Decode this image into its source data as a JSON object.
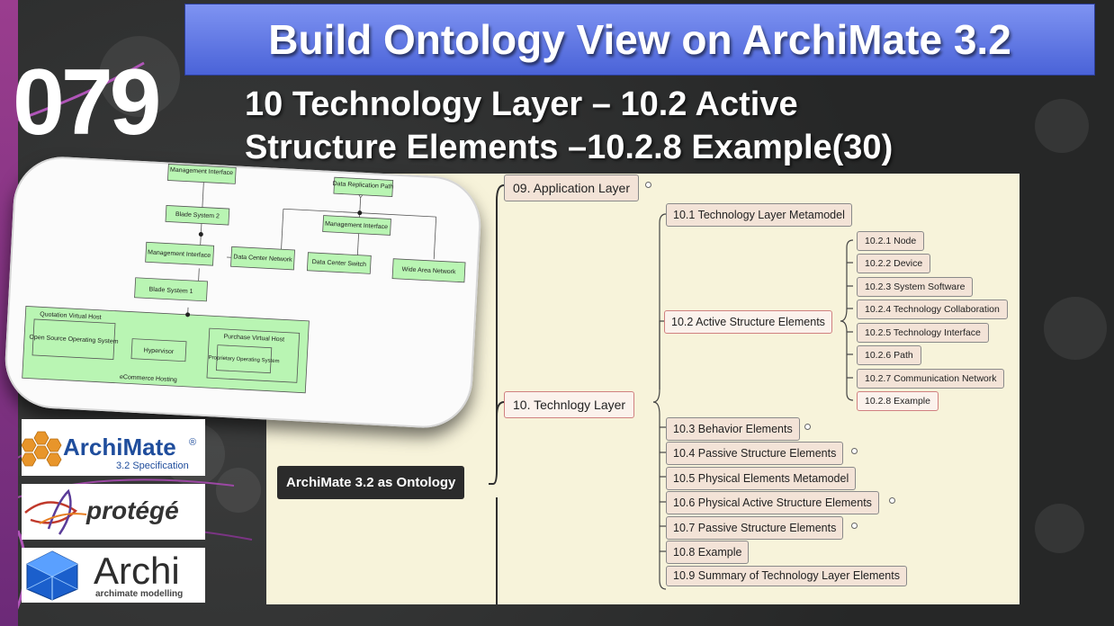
{
  "title": "Build Ontology View on ArchiMate 3.2",
  "episode_number": "079",
  "subtitle_line1": "10 Technology Layer – 10.2 Active",
  "subtitle_line2": "Structure Elements –10.2.8 Example(30)",
  "mindmap": {
    "root": "ArchiMate 3.2 as Ontology",
    "level1": [
      "09. Application Layer",
      "10. Technlogy Layer"
    ],
    "technology_children": [
      "10.1 Technology Layer Metamodel",
      "10.2 Active Structure Elements",
      "10.3 Behavior Elements",
      "10.4 Passive Structure Elements",
      "10.5 Physical Elements Metamodel",
      "10.6 Physical Active Structure Elements",
      "10.7 Passive Structure Elements",
      "10.8 Example",
      "10.9 Summary of Technology Layer Elements"
    ],
    "active_structure_children": [
      "10.2.1 Node",
      "10.2.2 Device",
      "10.2.3 System Software",
      "10.2.4 Technology Collaboration",
      "10.2.5 Technology Interface",
      "10.2.6 Path",
      "10.2.7 Communication Network",
      "10.2.8 Example"
    ]
  },
  "diagram": {
    "elements": {
      "mgmt_interface_top": "Management Interface",
      "data_replication_path": "Data Replication Path",
      "blade_system_2": "Blade System 2",
      "mgmt_interface_right": "Management Interface",
      "mgmt_interface_left": "Management Interface",
      "data_center_network": "Data Center Network",
      "data_center_switch": "Data Center Switch",
      "wide_area_network": "Wide Area Network",
      "blade_system_1": "Blade System 1",
      "quotation_virtual_host": "Quotation Virtual Host",
      "open_source_os": "Open Source Operating System",
      "hypervisor": "Hypervisor",
      "purchase_virtual_host": "Purchase Virtual Host",
      "proprietary_os": "Proprietary Operating System",
      "ecommerce_hosting": "eCommerce Hosting"
    }
  },
  "logos": {
    "archimate_name": "ArchiMate",
    "archimate_reg": "®",
    "archimate_spec": "3.2 Specification",
    "protege": "protégé",
    "archi_name": "Archi",
    "archi_tagline": "archimate modelling"
  },
  "colors": {
    "title_bar": "#5a73e4",
    "mindmap_bg": "#f7f3da",
    "node_fill": "#f3e3d7",
    "root_fill": "#2b2b2b",
    "diagram_element": "#b9f5b3",
    "archimate_orange": "#e8952a",
    "archimate_blue": "#1f4d9c"
  }
}
